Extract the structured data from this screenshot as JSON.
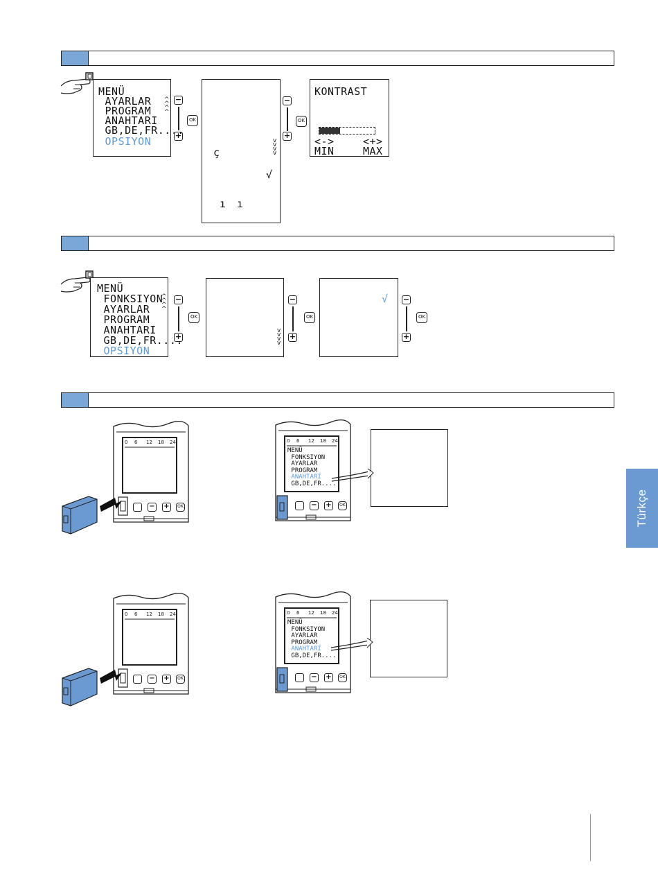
{
  "side_tab": {
    "label": "Türkçe"
  },
  "section1": {
    "lcd_menu": [
      "MENÜ",
      " AYARLAR",
      " PROGRAM",
      " ANAHTARI",
      " GB,DE,FR....",
      " OPSIYON"
    ],
    "lcd_kontrast": {
      "title": "KONTRAST",
      "left": "<->",
      "right": "<+>",
      "min": "MIN",
      "max": "MAX"
    },
    "lcd_middle_glyphs": {
      "c": "ç",
      "check": "√",
      "i1": "ı",
      "i2": "ı"
    }
  },
  "section2": {
    "lcd_menu": [
      "MENÜ",
      " FONKSIYON",
      " AYARLAR",
      " PROGRAM",
      " ANAHTARI",
      " GB,DE,FR....",
      " OPSIYON"
    ],
    "check": "√"
  },
  "buttons": {
    "minus": "−",
    "plus": "+",
    "ok": "OK"
  },
  "device": {
    "scale": [
      "0",
      "6",
      "12",
      "18",
      "24"
    ],
    "menu": [
      "MENÜ",
      " FONKSIYON",
      " AYARLAR",
      " PROGRAM",
      " ANAHTARI",
      " GB,DE,FR...."
    ],
    "ok": "OK"
  }
}
